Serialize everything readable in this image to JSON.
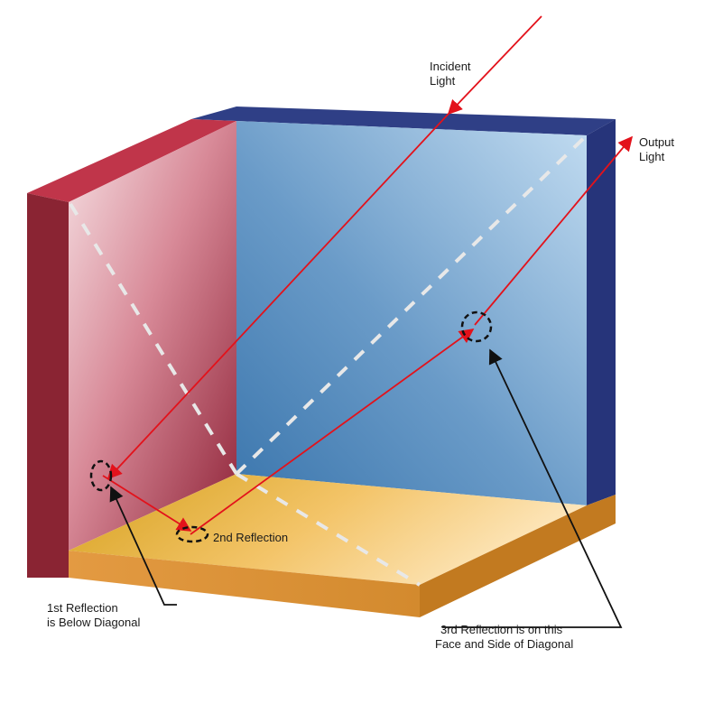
{
  "labels": {
    "incident_line1": "Incident",
    "incident_line2": "Light",
    "output_line1": "Output",
    "output_line2": "Light",
    "second_reflection": "2nd Reflection",
    "first_line1": "1st Reflection",
    "first_line2": "is Below Diagonal",
    "third_line1": "3rd Reflection is on this",
    "third_line2": "Face and Side of Diagonal"
  },
  "colors": {
    "beam": "#e3121b",
    "left_face_light": "#f3d3d7",
    "left_face_dark": "#8e2237",
    "back_face_light": "#b8d6ef",
    "back_face_dark": "#3f7ab0",
    "floor_light": "#fde2b0",
    "floor_dark": "#d7a020",
    "left_edge": "#8a2433",
    "left_top": "#c0354a",
    "right_edge": "#243274",
    "back_top": "#2f3f86",
    "floor_front": "#d98e33",
    "floor_side": "#c27a20",
    "diagonal": "#e8e8e8",
    "callout": "#111111"
  }
}
